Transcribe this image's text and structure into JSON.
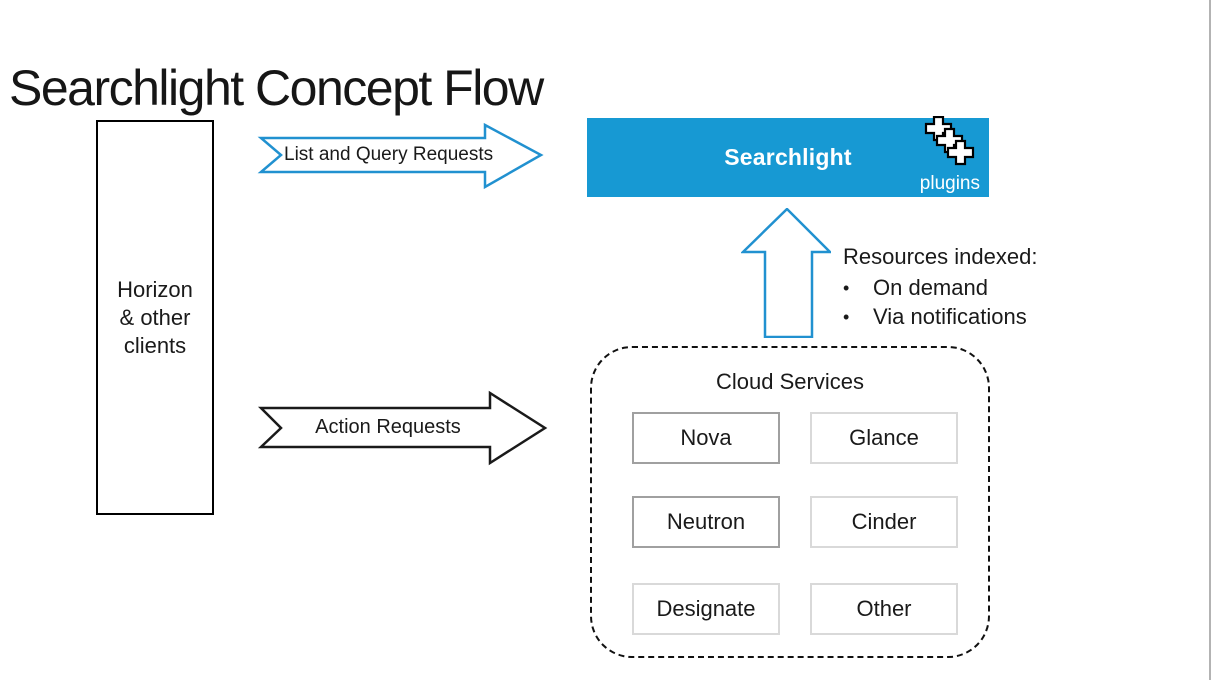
{
  "title": "Searchlight Concept Flow",
  "clients_box": {
    "label": "Horizon\n& other\nclients"
  },
  "arrows": {
    "list_query": {
      "label": "List and Query Requests",
      "stroke": "#2191d0"
    },
    "action": {
      "label": "Action Requests",
      "stroke": "#1a1a1a"
    },
    "index_up": {
      "stroke": "#2191d0"
    }
  },
  "searchlight": {
    "label": "Searchlight",
    "plugins_label": "plugins",
    "fill": "#1799d3",
    "icon": "puzzle-pieces-icon"
  },
  "resources": {
    "heading": "Resources indexed:",
    "bullet_char": "•",
    "bullets": [
      "On demand",
      "Via notifications"
    ]
  },
  "cloud_services": {
    "title": "Cloud Services",
    "services": [
      {
        "name": "Nova",
        "border": "#a0a0a0"
      },
      {
        "name": "Glance",
        "border": "#d9d9d9"
      },
      {
        "name": "Neutron",
        "border": "#a0a0a0"
      },
      {
        "name": "Cinder",
        "border": "#d9d9d9"
      },
      {
        "name": "Designate",
        "border": "#d9d9d9"
      },
      {
        "name": "Other",
        "border": "#d9d9d9"
      }
    ]
  }
}
